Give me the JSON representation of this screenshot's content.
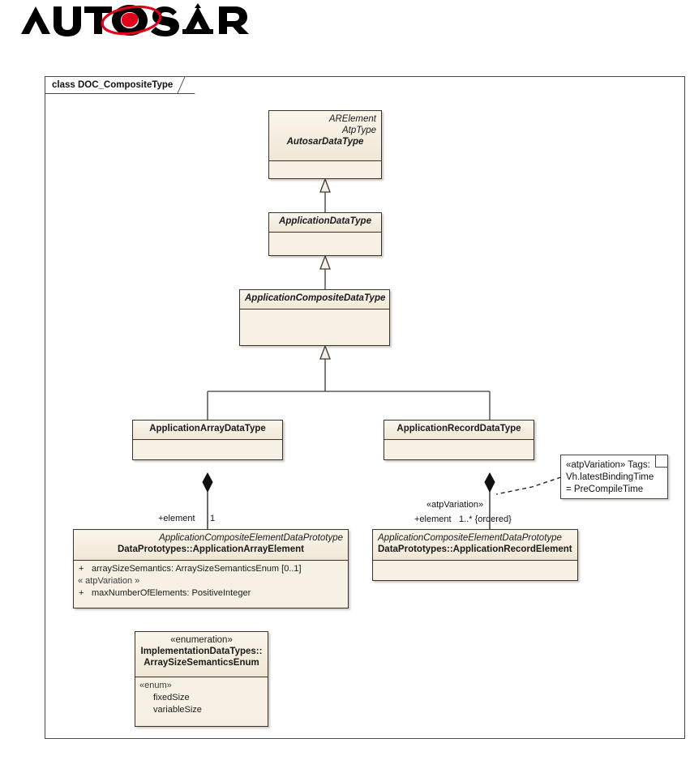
{
  "logo": {
    "name": "autosar-logo",
    "text": "AUTOSAR",
    "accent_color": "#e2001a",
    "text_color": "#000000"
  },
  "diagram": {
    "frame_label": "class DOC_CompositeType",
    "type": "uml-class-diagram",
    "background": "#ffffff",
    "class_fill": "#f6efe3",
    "class_border": "#3c3228"
  },
  "classes": [
    {
      "id": "autosar-data-type",
      "stereo_lines": [
        "ARElement",
        "AtpType"
      ],
      "name": "AutosarDataType",
      "abstract": true,
      "attributes": []
    },
    {
      "id": "application-data-type",
      "stereo_lines": [],
      "name": "ApplicationDataType",
      "abstract": true,
      "attributes": []
    },
    {
      "id": "application-composite-data-type",
      "stereo_lines": [],
      "name": "ApplicationCompositeDataType",
      "abstract": true,
      "attributes": []
    },
    {
      "id": "application-array-data-type",
      "stereo_lines": [],
      "name": "ApplicationArrayDataType",
      "abstract": false,
      "attributes": []
    },
    {
      "id": "application-record-data-type",
      "stereo_lines": [],
      "name": "ApplicationRecordDataType",
      "abstract": false,
      "attributes": []
    },
    {
      "id": "application-array-element",
      "stereo_lines": [
        "ApplicationCompositeElementDataPrototype"
      ],
      "name": "DataPrototypes::ApplicationArrayElement",
      "abstract": false,
      "attributes": [
        {
          "visibility": "+",
          "text": "arraySizeSemantics:  ArraySizeSemanticsEnum [0..1]",
          "kind": "attribute"
        },
        {
          "visibility": "",
          "text": "« atpVariation »",
          "kind": "stereotype"
        },
        {
          "visibility": "+",
          "text": "maxNumberOfElements:  PositiveInteger",
          "kind": "attribute"
        }
      ]
    },
    {
      "id": "application-record-element",
      "stereo_lines": [
        "ApplicationCompositeElementDataPrototype"
      ],
      "name": "DataPrototypes::ApplicationRecordElement",
      "abstract": false,
      "attributes": []
    }
  ],
  "enumeration": {
    "id": "array-size-semantics-enum",
    "stereotype": "«enumeration»",
    "package": "ImplementationDataTypes::",
    "name": "ArraySizeSemanticsEnum",
    "literal_stereotype": "«enum»",
    "literals": [
      "fixedSize",
      "variableSize"
    ]
  },
  "note": {
    "id": "atp-variation-note",
    "lines": [
      "«atpVariation» Tags:",
      "Vh.latestBindingTime",
      "= PreCompileTime"
    ]
  },
  "associations": [
    {
      "id": "array-element-association",
      "role": "+element",
      "multiplicity": "1",
      "stereotype": "",
      "aggregation": "composite"
    },
    {
      "id": "record-element-association",
      "role": "+element",
      "multiplicity": "1..* {ordered}",
      "stereotype": "«atpVariation»",
      "aggregation": "composite"
    }
  ],
  "generalizations": [
    {
      "from": "ApplicationDataType",
      "to": "AutosarDataType"
    },
    {
      "from": "ApplicationCompositeDataType",
      "to": "ApplicationDataType"
    },
    {
      "from": "ApplicationArrayDataType",
      "to": "ApplicationCompositeDataType"
    },
    {
      "from": "ApplicationRecordDataType",
      "to": "ApplicationCompositeDataType"
    }
  ]
}
